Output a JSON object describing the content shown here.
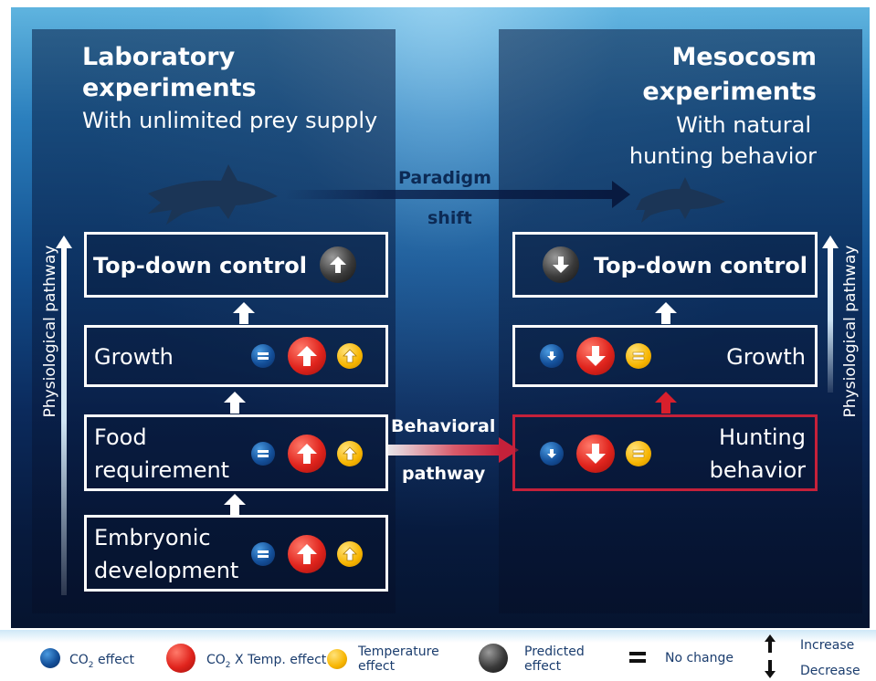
{
  "left_panel": {
    "title_line1": "Laboratory",
    "title_line2": "experiments",
    "subtitle": "With unlimited prey supply",
    "top_down": "Top-down control",
    "growth": "Growth",
    "food_line1": "Food",
    "food_line2": "requirement",
    "embryo_line1": "Embryonic",
    "embryo_line2": "development",
    "side_label": "Physiological pathway"
  },
  "right_panel": {
    "title_line1": "Mesocosm",
    "title_line2": "experiments",
    "subtitle_line1": "With natural",
    "subtitle_line2": "hunting behavior",
    "top_down": "Top-down control",
    "growth": "Growth",
    "hunting_line1": "Hunting",
    "hunting_line2": "behavior",
    "side_label": "Physiological pathway"
  },
  "paradigm": {
    "line1": "Paradigm",
    "line2": "shift"
  },
  "behavioral": {
    "line1": "Behavioral",
    "line2": "pathway"
  },
  "legend": {
    "co2_effect": "CO",
    "co2_effect_sub": "2",
    "co2_effect_suffix": " effect",
    "co2_temp_prefix": "CO",
    "co2_temp_sub": "2",
    "co2_temp_suffix": " X Temp. effect",
    "temp_line1": "Temperature",
    "temp_line2": "effect",
    "pred_line1": "Predicted",
    "pred_line2": "effect",
    "no_change": "No change",
    "increase": "Increase",
    "decrease": "Decrease"
  },
  "colors": {
    "co2": "#14509a",
    "co2_temp": "#e0241d",
    "temperature": "#f7b500",
    "predicted": "#3a3a3a",
    "hunting_border": "#c5213a"
  },
  "icons": [
    "shark-icon",
    "up-arrow-icon",
    "down-arrow-icon",
    "equals-icon"
  ]
}
